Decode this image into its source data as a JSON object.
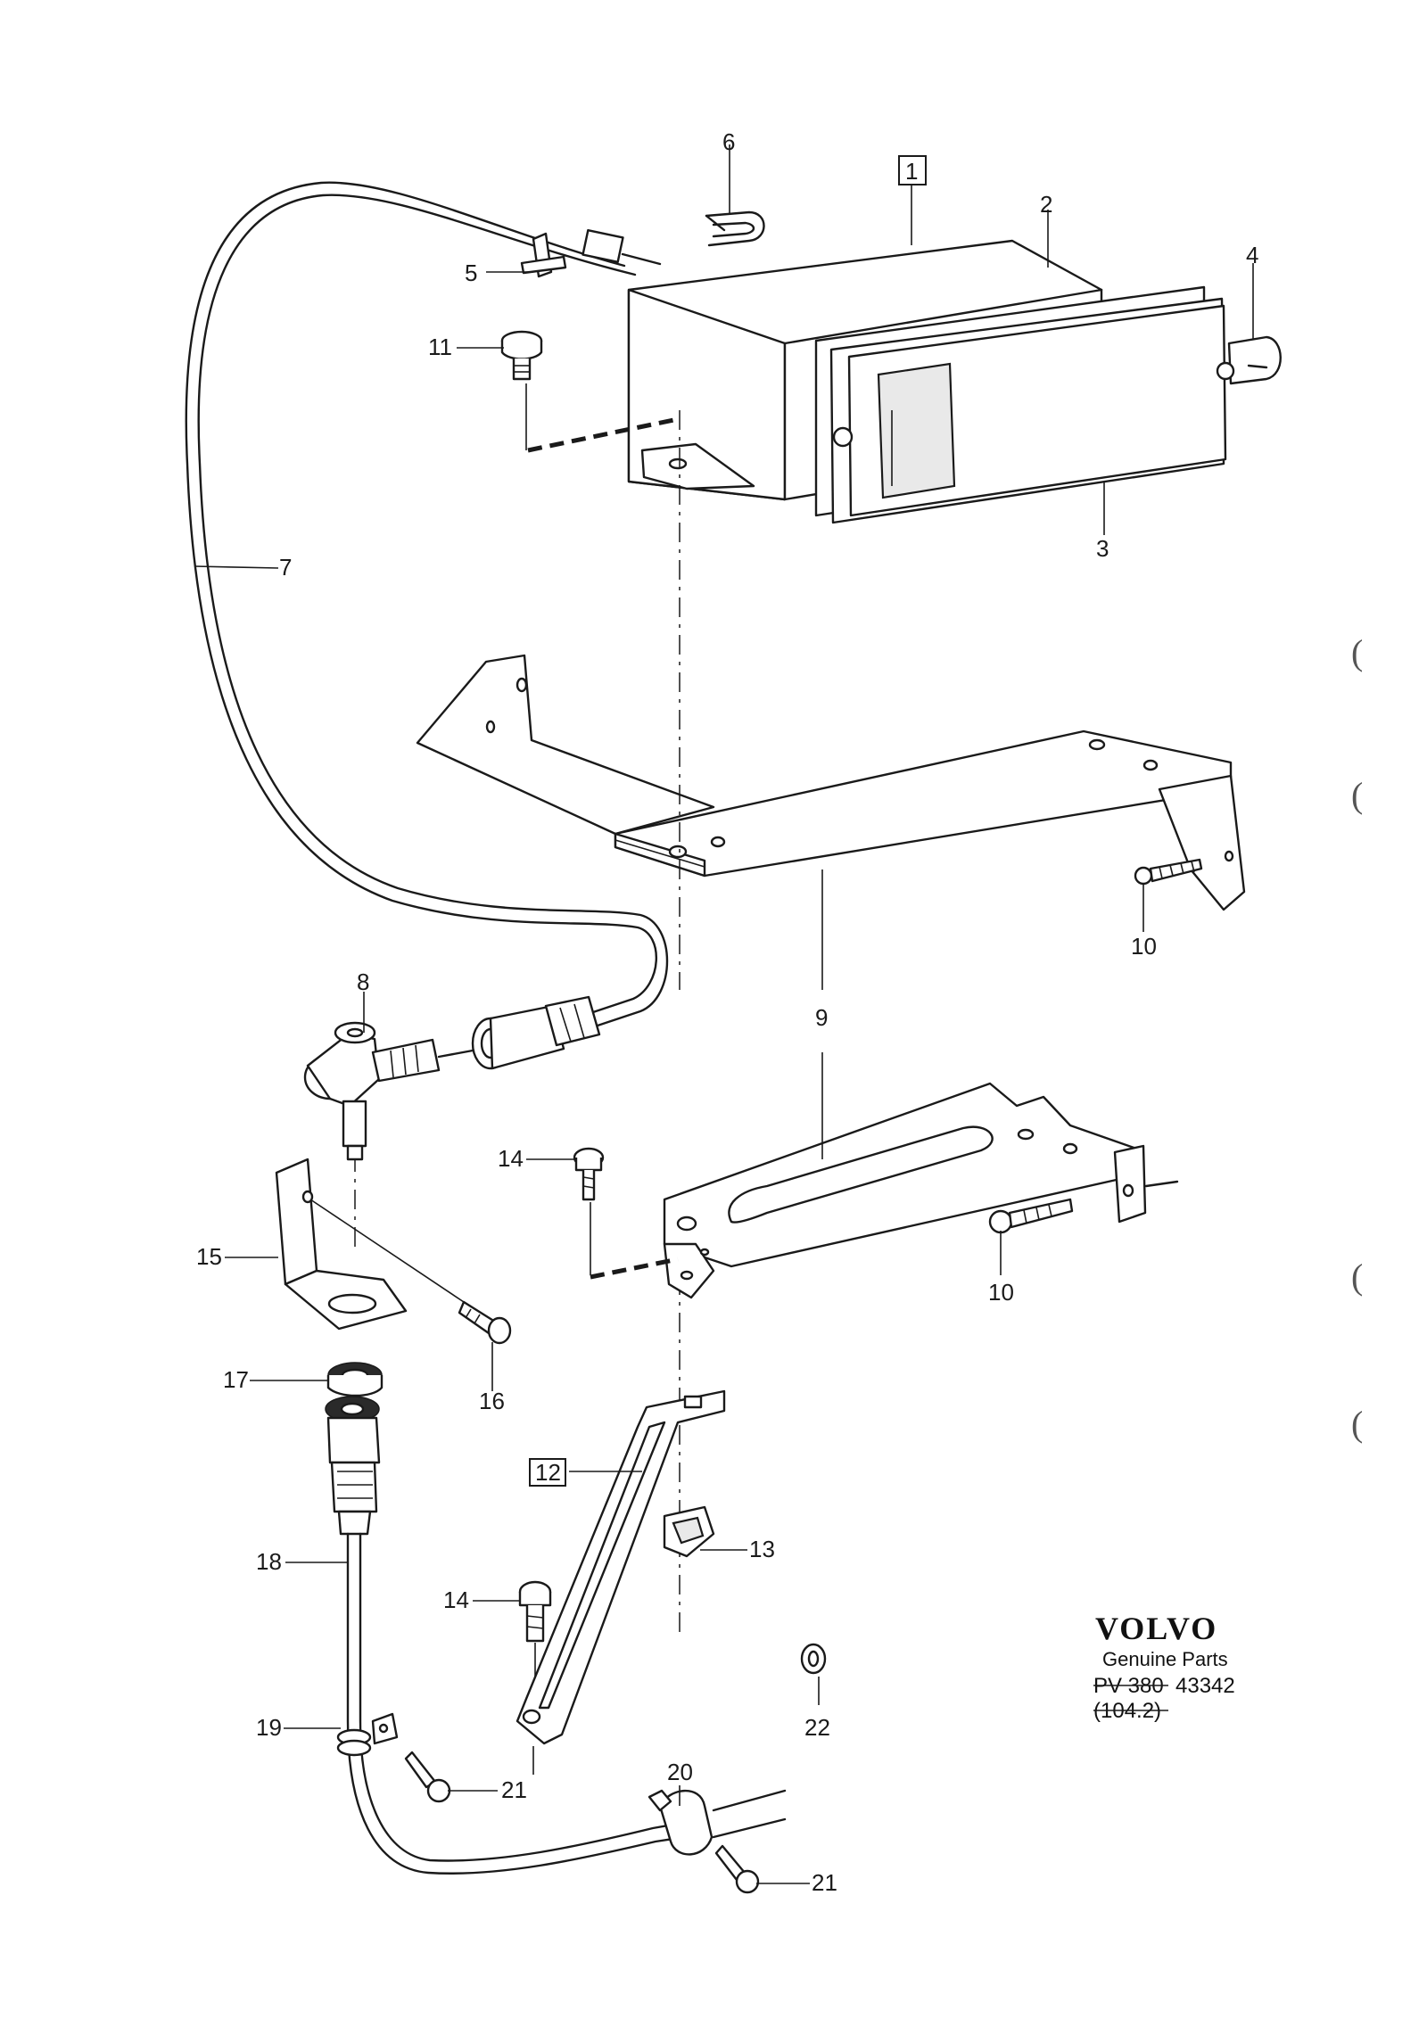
{
  "callouts": [
    {
      "id": "c1",
      "text": "1",
      "boxed": true
    },
    {
      "id": "c2",
      "text": "2"
    },
    {
      "id": "c3",
      "text": "3"
    },
    {
      "id": "c4",
      "text": "4"
    },
    {
      "id": "c5",
      "text": "5"
    },
    {
      "id": "c6",
      "text": "6"
    },
    {
      "id": "c7",
      "text": "7"
    },
    {
      "id": "c8",
      "text": "8"
    },
    {
      "id": "c9",
      "text": "9"
    },
    {
      "id": "c10a",
      "text": "10"
    },
    {
      "id": "c10b",
      "text": "10"
    },
    {
      "id": "c11",
      "text": "11"
    },
    {
      "id": "c12",
      "text": "12",
      "boxed": true
    },
    {
      "id": "c13",
      "text": "13"
    },
    {
      "id": "c14a",
      "text": "14"
    },
    {
      "id": "c14b",
      "text": "14"
    },
    {
      "id": "c15",
      "text": "15"
    },
    {
      "id": "c16",
      "text": "16"
    },
    {
      "id": "c17",
      "text": "17"
    },
    {
      "id": "c18",
      "text": "18"
    },
    {
      "id": "c19",
      "text": "19"
    },
    {
      "id": "c20",
      "text": "20"
    },
    {
      "id": "c21a",
      "text": "21"
    },
    {
      "id": "c21b",
      "text": "21"
    },
    {
      "id": "c22",
      "text": "22"
    }
  ],
  "brand": {
    "name": "VOLVO",
    "subtitle": "Genuine Parts",
    "ref_struck": "PV 380",
    "ref_number": "43342",
    "ref_struck_2": "(104.2)"
  },
  "margin_marks": [
    "(",
    "(",
    "(",
    "("
  ],
  "colors": {
    "ink": "#1a1a1a",
    "paper": "#ffffff"
  }
}
